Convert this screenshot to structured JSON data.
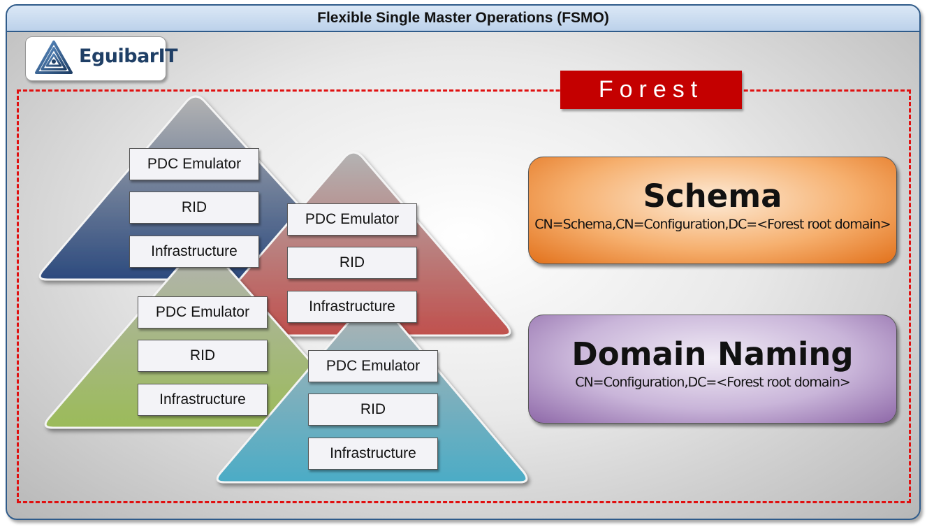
{
  "title": "Flexible Single Master Operations (FSMO)",
  "logo": {
    "text": "EguibarIT",
    "icon": "triangle-swirl-logo-icon"
  },
  "forest_label": "Forest",
  "domains": [
    {
      "color": "#2c4a7e",
      "roles": [
        "PDC Emulator",
        "RID",
        "Infrastructure"
      ]
    },
    {
      "color": "#c0504d",
      "roles": [
        "PDC Emulator",
        "RID",
        "Infrastructure"
      ]
    },
    {
      "color": "#9bbb59",
      "roles": [
        "PDC Emulator",
        "RID",
        "Infrastructure"
      ]
    },
    {
      "color": "#4bacc6",
      "roles": [
        "PDC Emulator",
        "RID",
        "Infrastructure"
      ]
    }
  ],
  "forest_roles": [
    {
      "title": "Schema",
      "dn": "CN=Schema,CN=Configuration,DC=<Forest root domain>",
      "color": "#e2711b"
    },
    {
      "title": "Domain Naming",
      "dn": "CN=Configuration,DC=<Forest root domain>",
      "color": "#8e68a8"
    }
  ]
}
